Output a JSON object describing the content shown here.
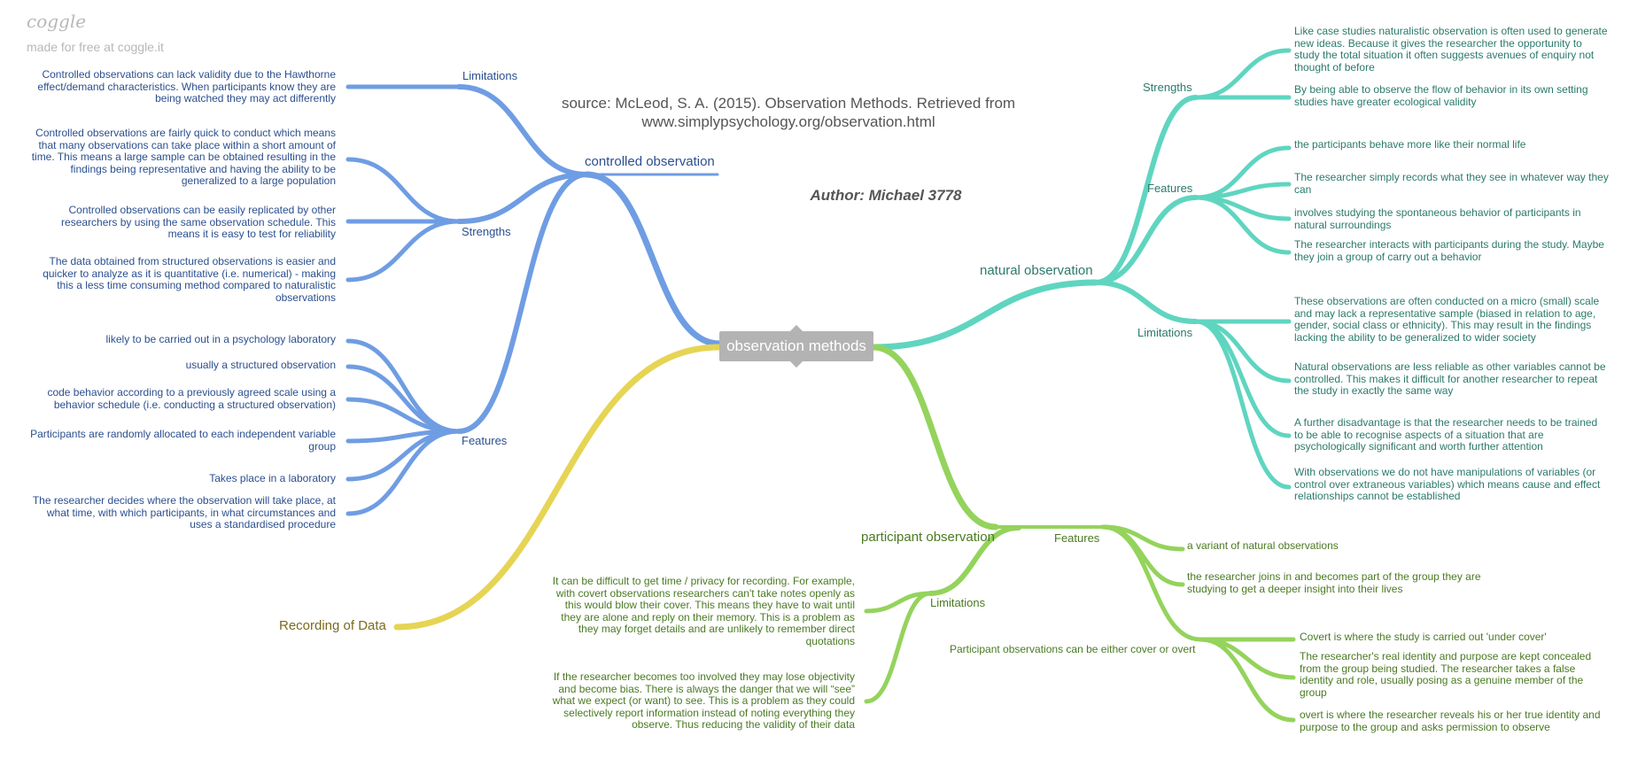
{
  "brand": {
    "logo": "coggle",
    "tagline": "made for free at coggle.it"
  },
  "source": "source: McLeod, S. A. (2015). Observation Methods. Retrieved from www.simplypsychology.org/observation.html",
  "author": "Author: Michael 3778",
  "center": "observation methods",
  "colors": {
    "controlled": "#6f9de3",
    "natural": "#5fd5c0",
    "participant": "#94d35c",
    "recording": "#e6d454",
    "center": "#b3b3b3"
  },
  "controlled": {
    "label": "controlled observation",
    "limitations": {
      "label": "Limitations",
      "items": [
        "Controlled observations can lack validity due to the Hawthorne effect/demand characteristics. When participants know they are being watched they may act differently"
      ]
    },
    "strengths": {
      "label": "Strengths",
      "items": [
        "Controlled observations are fairly quick to conduct which means that many observations can take place within a short amount of time. This means a large sample can be obtained resulting in the findings being representative and having the ability to be generalized to a large population",
        "Controlled observations can be easily replicated by other researchers by using the same observation schedule. This means it is easy to test for reliability",
        "The data obtained from structured observations is easier and quicker to analyze as it is quantitative (i.e. numerical) - making this a less time consuming method compared to naturalistic observations"
      ]
    },
    "features": {
      "label": "Features",
      "items": [
        "likely to be carried out in a psychology laboratory",
        "usually a structured observation",
        "code behavior according to a previously agreed scale using a behavior schedule (i.e. conducting a structured observation)",
        "Participants are randomly allocated to each independent variable group",
        "Takes place in a laboratory",
        "The researcher decides where the observation will take place, at what time, with which participants, in what circumstances and uses a standardised procedure"
      ]
    }
  },
  "natural": {
    "label": "natural observation",
    "strengths": {
      "label": "Strengths",
      "items": [
        "Like case studies naturalistic observation is often used to generate new ideas. Because it gives the researcher the opportunity to study the total situation it often suggests avenues of enquiry not thought of before",
        "By being able to observe the flow of behavior in its own setting studies have greater ecological validity"
      ]
    },
    "features": {
      "label": "Features",
      "items": [
        "the participants behave more like their normal life",
        "The researcher simply records what they see in whatever way they can",
        "involves studying the spontaneous behavior of participants in natural surroundings",
        "The researcher interacts with participants during the study. Maybe they join a group of carry out a behavior"
      ]
    },
    "limitations": {
      "label": "Limitations",
      "items": [
        "These observations are often conducted on a micro (small) scale and may lack a representative sample (biased in relation to age, gender, social class or ethnicity). This may result in the findings lacking the ability to be generalized to wider society",
        "Natural observations are less reliable as other variables cannot be controlled. This makes it difficult for another researcher to repeat the study in exactly the same way",
        "A further disadvantage is that the researcher needs to be trained to be able to recognise aspects of a situation that are psychologically significant and worth further attention",
        "With observations we do not have manipulations of variables (or control over extraneous variables) which means cause and effect relationships cannot be established"
      ]
    }
  },
  "participant": {
    "label": "participant observation",
    "features": {
      "label": "Features",
      "items": [
        "a variant of natural observations",
        "the researcher joins in and becomes part of the group they are studying to get a deeper insight into their lives"
      ],
      "cover_overt": {
        "label": "Participant observations can be either cover or overt",
        "items": [
          "Covert is where the study is carried out 'under cover'",
          "The researcher's real identity and purpose are kept concealed from the group being studied. The researcher takes a false identity and role, usually posing as a genuine member of the group",
          "overt is where the researcher reveals his or her true identity and purpose to the group and asks permission to observe"
        ]
      }
    },
    "limitations": {
      "label": "Limitations",
      "items": [
        "It can be difficult to get time / privacy for recording. For example, with covert observations researchers can't take notes openly as this would blow their cover. This means they have to wait until they are alone and reply on their memory. This is a problem as they may forget details and are unlikely to remember direct quotations",
        "If the researcher becomes too involved they may lose objectivity and become bias. There is always the danger that we will “see” what we expect (or want) to see. This is a problem as they could selectively report information instead of noting everything they observe. Thus reducing the validity of their data"
      ]
    }
  },
  "recording": {
    "label": "Recording of Data"
  }
}
